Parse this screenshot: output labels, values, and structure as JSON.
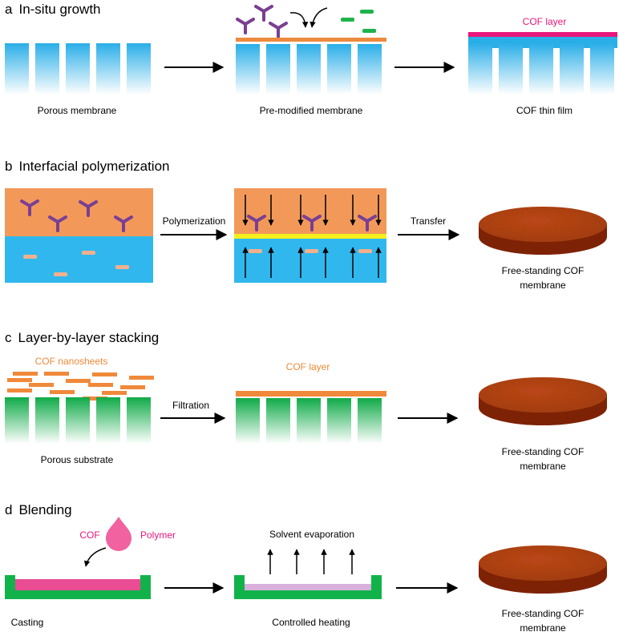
{
  "panels": [
    {
      "letter": "a",
      "title": "In-situ growth",
      "captions": [
        "Porous membrane",
        "Pre-modified membrane",
        "COF thin film"
      ],
      "label": "COF layer"
    },
    {
      "letter": "b",
      "title": "Interfacial polymerization",
      "arrow_labels": [
        "Polymerization",
        "Transfer"
      ],
      "result_lines": [
        "Free-standing COF",
        "membrane"
      ]
    },
    {
      "letter": "c",
      "title": "Layer-by-layer stacking",
      "labels": [
        "COF nanosheets",
        "COF layer"
      ],
      "arrow_label": "Filtration",
      "caption": "Porous substrate",
      "result_lines": [
        "Free-standing COF",
        "membrane"
      ]
    },
    {
      "letter": "d",
      "title": "Blending",
      "labels": [
        "COF",
        "Polymer",
        "Solvent evaporation"
      ],
      "captions": [
        "Casting",
        "Controlled heating"
      ],
      "result_lines": [
        "Free-standing COF",
        "membrane"
      ]
    }
  ],
  "colors": {
    "pore_blue": "#2aaee8",
    "water_blue": "#30b8ee",
    "organic_orange": "#f2995a",
    "monomer_purple": "#7a3f92",
    "linker_green": "#1fb34c",
    "cof_pink": "#e8177a",
    "interface_yellow": "#f4f01e",
    "substrate_green": "#12b24a",
    "nanosheet_orange": "#f0893a",
    "disc_brown": "#a8300e",
    "blend_pink": "#f062a0",
    "label_pink": "#e8177a",
    "label_orange": "#ee8a3a"
  }
}
